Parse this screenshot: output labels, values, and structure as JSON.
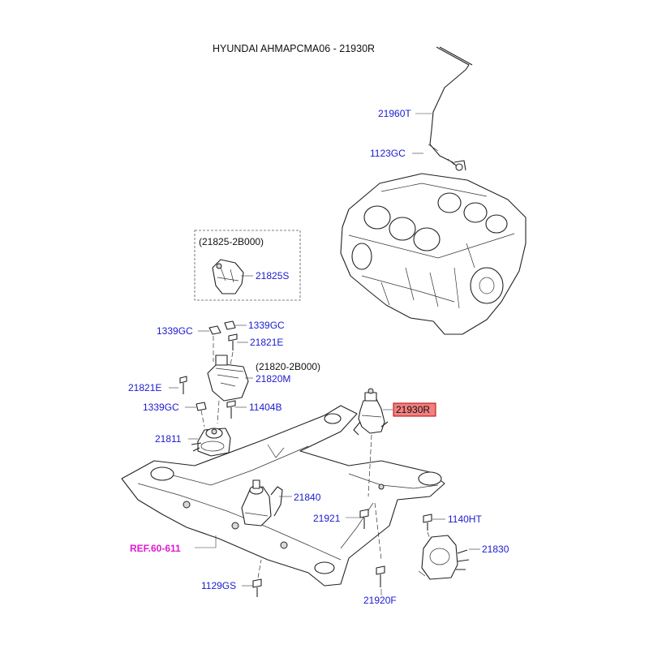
{
  "title": "HYUNDAI AHMAPCMA06 - 21930R",
  "colors": {
    "label": "#1a1ad0",
    "reference": "#e01ad0",
    "highlight_fill": "#f08080",
    "highlight_border": "#c00000"
  },
  "labels": {
    "p21960T": "21960T",
    "p1123GC": "1123GC",
    "opt21825": "(21825-2B000)",
    "p21825S": "21825S",
    "p1339GC_a": "1339GC",
    "p1339GC_b": "1339GC",
    "p21821E_a": "21821E",
    "opt21820": "(21820-2B000)",
    "p21820M": "21820M",
    "p21821E_b": "21821E",
    "p1339GC_c": "1339GC",
    "p11404B": "11404B",
    "p21930R": "21930R",
    "p21811": "21811",
    "p21840": "21840",
    "p21921": "21921",
    "p1140HT": "1140HT",
    "ref": "REF.60-611",
    "p21830": "21830",
    "p1129GS": "1129GS",
    "p21920F": "21920F"
  }
}
